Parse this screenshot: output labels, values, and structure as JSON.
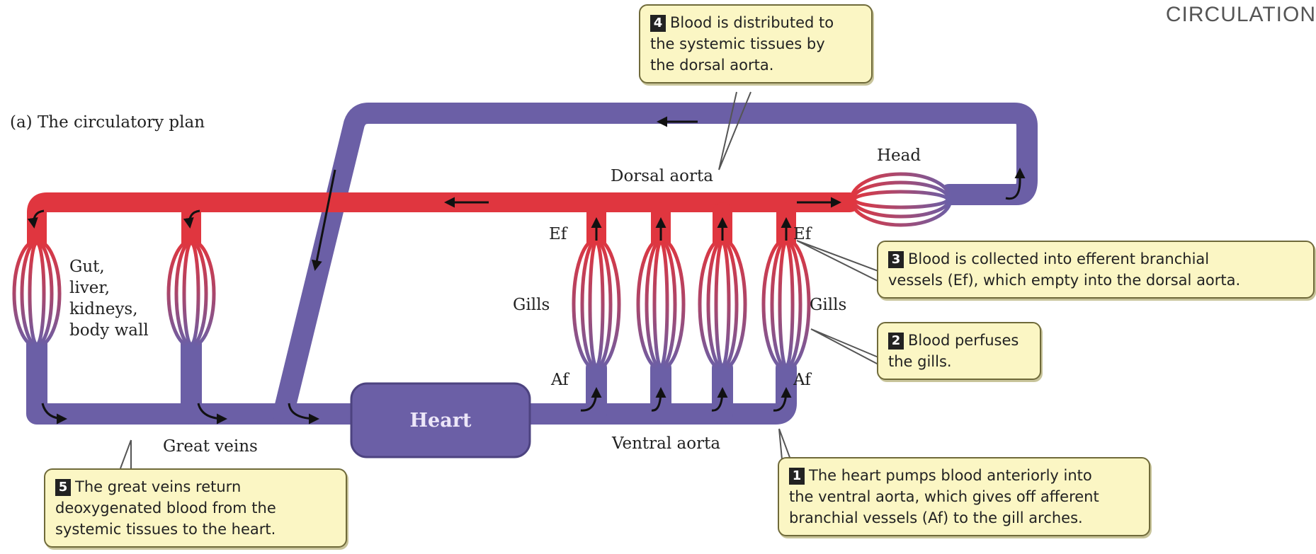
{
  "header": {
    "section_title": "CIRCULATION"
  },
  "panel": {
    "subtitle": "(a) The circulatory plan"
  },
  "labels": {
    "head": "Head",
    "dorsal_aorta": "Dorsal aorta",
    "ef_left": "Ef",
    "ef_right": "Ef",
    "gills_left": "Gills",
    "gills_right": "Gills",
    "af_left": "Af",
    "af_right": "Af",
    "gut_line1": "Gut,",
    "gut_line2": "liver,",
    "gut_line3": "kidneys,",
    "gut_line4": "body wall",
    "heart": "Heart",
    "great_veins": "Great veins",
    "ventral_aorta": "Ventral aorta"
  },
  "callouts": [
    {
      "num": "1",
      "lines": [
        "The heart pumps blood anteriorly into",
        "the ventral aorta, which gives off afferent",
        "branchial vessels (Af) to the gill arches."
      ]
    },
    {
      "num": "2",
      "lines": [
        "Blood perfuses",
        "the gills."
      ]
    },
    {
      "num": "3",
      "lines": [
        "Blood is collected into efferent branchial",
        "vessels (Ef), which empty into the dorsal aorta."
      ]
    },
    {
      "num": "4",
      "lines": [
        "Blood is distributed to",
        "the systemic tissues by",
        "the dorsal aorta."
      ]
    },
    {
      "num": "5",
      "lines": [
        "The great veins return",
        "deoxygenated blood from the",
        "systemic tissues to the heart."
      ]
    }
  ],
  "colors": {
    "oxygenated": "#e0363f",
    "deoxygenated": "#6b5fa6",
    "callout_fill": "#fbf6c4"
  }
}
